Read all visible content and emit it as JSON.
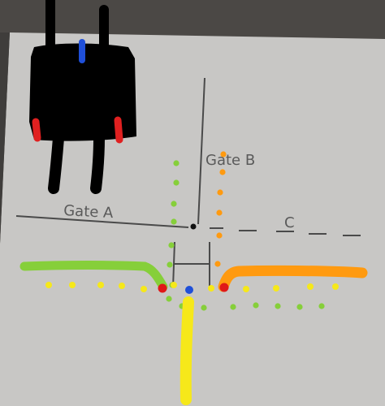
{
  "labels": {
    "gate_a": "Gate  A",
    "gate_b": "Gate  B",
    "c": "C"
  },
  "colors": {
    "background": "#4a4744",
    "paper": "#c9c8c6",
    "pencil": "#4a4a4a",
    "robot_body": "#000000",
    "robot_red": "#e02020",
    "robot_blue": "#1f4fd8",
    "green": "#86cf3a",
    "orange": "#ff9a10",
    "yellow": "#f6e81a",
    "red_marker": "#e01818",
    "blue_marker": "#1f4fd8"
  },
  "icons": {
    "robot": "robot-icon",
    "intersection": "intersection-dot-icon"
  }
}
